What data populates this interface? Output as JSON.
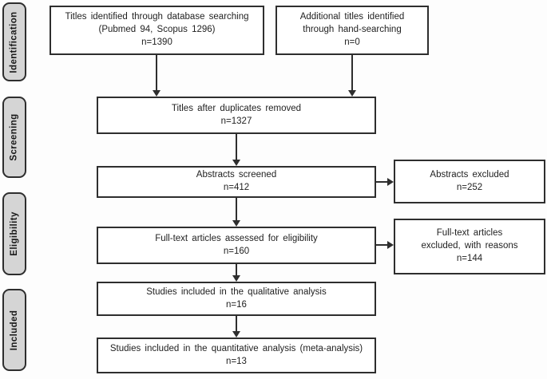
{
  "sidebar": {
    "items": [
      {
        "label": "Identification"
      },
      {
        "label": "Screening"
      },
      {
        "label": "Eligibility"
      },
      {
        "label": "Included"
      }
    ]
  },
  "flow": {
    "database_searching": "Titles identified through database searching\n(Pubmed 94, Scopus 1296)\nn=1390",
    "hand_searching": "Additional titles identified\nthrough hand-searching\nn=0",
    "duplicates_removed": "Titles after duplicates removed\nn=1327",
    "abstracts_screened": "Abstracts screened\nn=412",
    "abstracts_excluded": "Abstracts excluded\nn=252",
    "fulltext_assessed": "Full-text articles assessed for eligibility\nn=160",
    "fulltext_excluded": "Full-text articles\nexcluded, with reasons\nn=144",
    "qualitative_included": "Studies included in the qualitative analysis\nn=16",
    "quantitative_included": "Studies included in the quantitative analysis (meta-analysis)\nn=13"
  },
  "counts": {
    "database_searching": 1390,
    "pubmed": 94,
    "scopus": 1296,
    "hand_searching": 0,
    "after_duplicates_removed": 1327,
    "abstracts_screened": 412,
    "abstracts_excluded": 252,
    "fulltext_assessed": 160,
    "fulltext_excluded": 144,
    "qualitative_included": 16,
    "quantitative_included": 13
  },
  "colors": {
    "box_border": "#2e2e2e",
    "sidebar_fill": "#d5d5d5",
    "background": "#fdfdfd",
    "text": "#1f1f1f"
  }
}
